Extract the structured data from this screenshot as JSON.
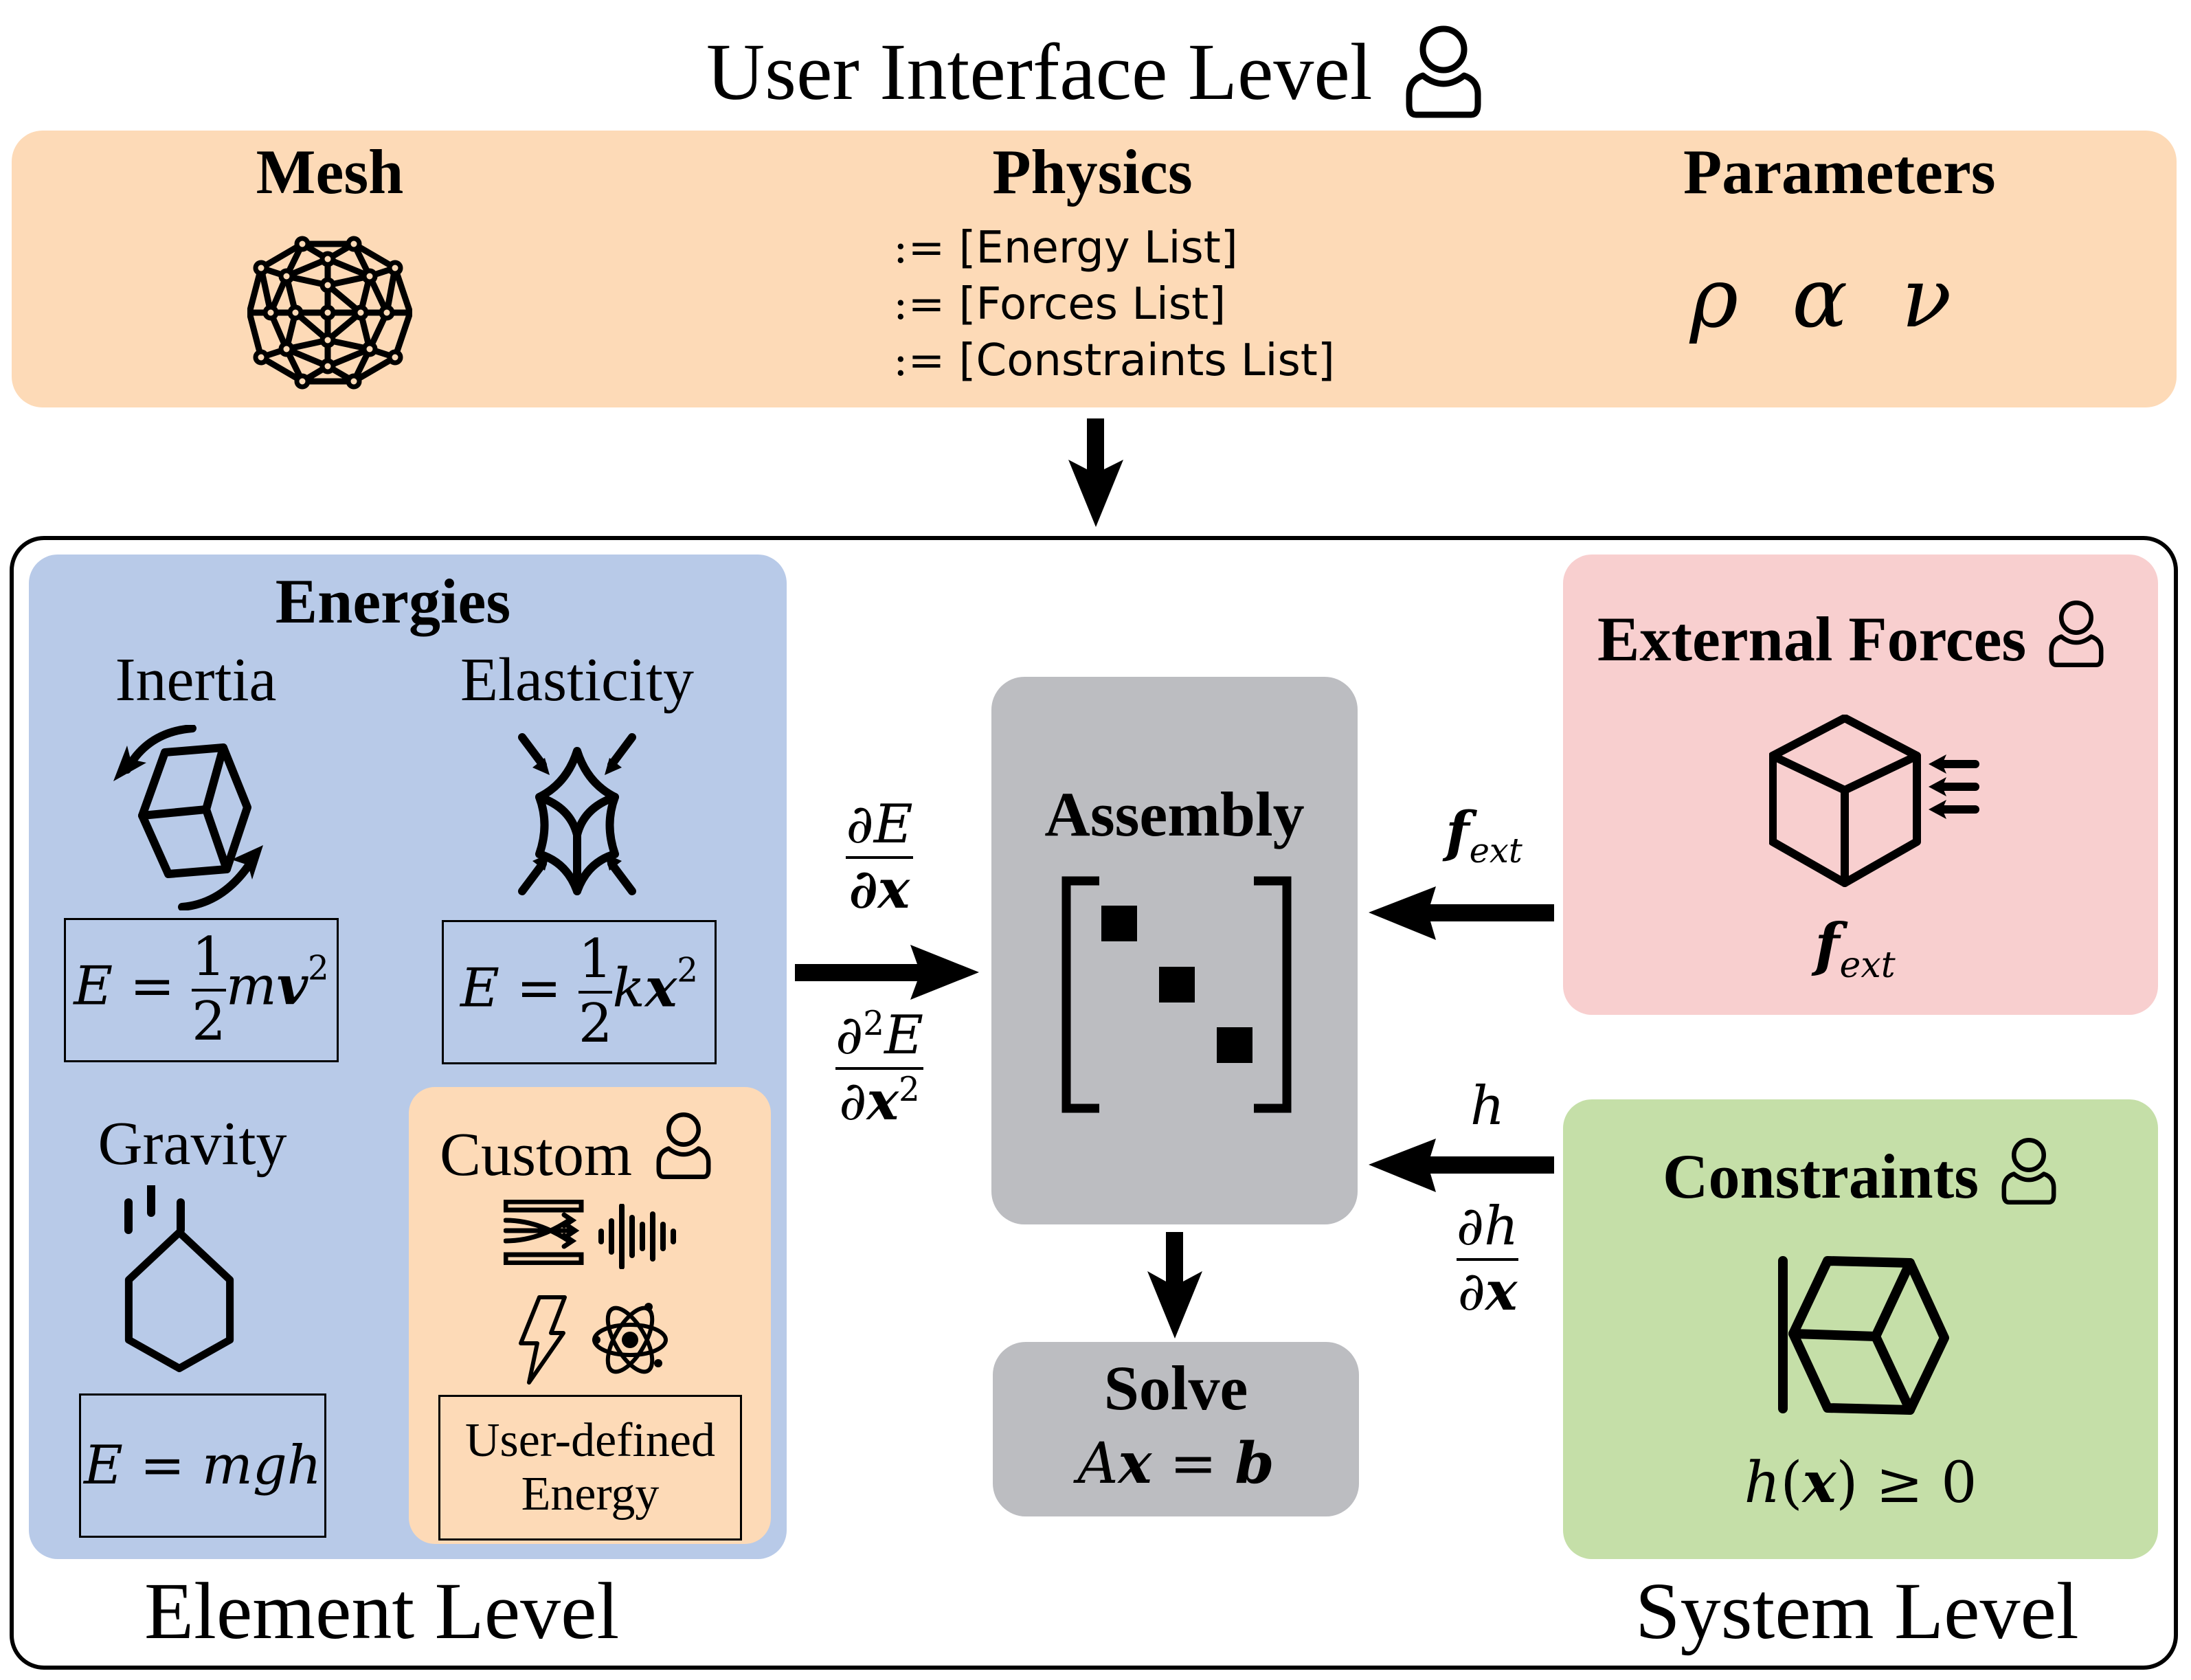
{
  "colors": {
    "ui_band": "#FDDAB7",
    "energies_panel": "#B8CAE8",
    "custom_panel": "#FDDAB7",
    "assembly_panel": "#BCBDC1",
    "solve_panel": "#BCBDC1",
    "external_forces_panel": "#F8CFCF",
    "constraints_panel": "#C5DFA8",
    "ink": "#000000"
  },
  "header": {
    "title": "User Interface Level",
    "icon": "user-icon"
  },
  "ui_band": {
    "mesh": {
      "label": "Mesh",
      "icon": "mesh-sphere-icon"
    },
    "physics": {
      "label": "Physics",
      "operator": ":=",
      "items": [
        "[Energy List]",
        "[Forces List]",
        "[Constraints List]"
      ]
    },
    "parameters": {
      "label": "Parameters",
      "symbols": [
        "ρ",
        "α",
        "ν"
      ]
    }
  },
  "element_level": {
    "label": "Element Level",
    "energies": {
      "title": "Energies",
      "inertia": {
        "label": "Inertia",
        "icon": "rotating-cube-icon",
        "formula": {
          "lhs": "E",
          "eq": "=",
          "num": "1",
          "den": "2",
          "rest": "m",
          "bold_var": "v",
          "exp": "2"
        }
      },
      "elasticity": {
        "label": "Elasticity",
        "icon": "compressed-shape-icon",
        "formula": {
          "lhs": "E",
          "eq": "=",
          "num": "1",
          "den": "2",
          "rest": "k",
          "bold_var": "x",
          "exp": "2"
        }
      },
      "gravity": {
        "label": "Gravity",
        "icon": "falling-cube-icon",
        "formula": {
          "lhs": "E",
          "eq": "=",
          "rhs": "mgh"
        }
      },
      "custom": {
        "label": "Custom",
        "user_icon": "user-icon",
        "icons": [
          "flow-shuffle-icon",
          "sound-wave-icon",
          "lightning-icon",
          "atom-icon"
        ],
        "box_line1": "User-defined",
        "box_line2": "Energy"
      }
    },
    "gradient_arrow": {
      "top": {
        "num": "∂E",
        "den": "∂x"
      },
      "bottom": {
        "num_d": "∂",
        "num_exp": "2",
        "num_var": "E",
        "den_d": "∂",
        "den_var": "x",
        "den_exp": "2"
      }
    }
  },
  "assembly": {
    "title": "Assembly",
    "icon": "sparse-matrix-icon"
  },
  "solve": {
    "title": "Solve",
    "eq_a": "A",
    "eq_x": "x",
    "eq_eq": "=",
    "eq_b": "b"
  },
  "system_level": {
    "label": "System Level",
    "external_forces": {
      "title": "External Forces",
      "user_icon": "user-icon",
      "icon": "cube-with-force-arrows-icon",
      "symbol_f": "f",
      "symbol_sub": "ext"
    },
    "force_arrow": {
      "f": "f",
      "sub": "ext"
    },
    "constraints": {
      "title": "Constraints",
      "user_icon": "user-icon",
      "icon": "cube-against-wall-icon",
      "formula": {
        "h": "h",
        "open": "(",
        "x": "x",
        "close": ")",
        "rel": "≥",
        "zero": "0"
      }
    },
    "constraint_arrow": {
      "top": "h",
      "num": "∂h",
      "den_d": "∂",
      "den_x": "x"
    }
  }
}
